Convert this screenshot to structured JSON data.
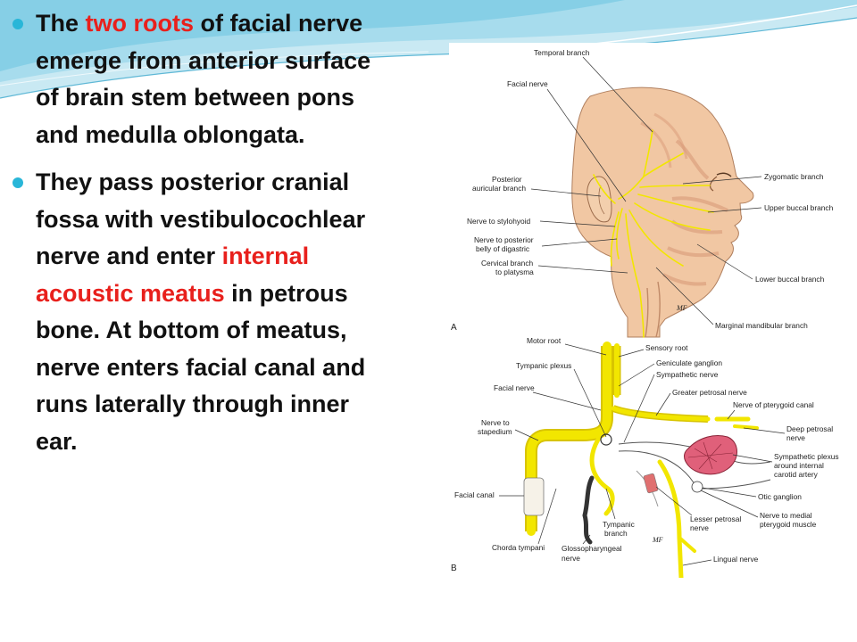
{
  "slide": {
    "bullets": [
      {
        "parts": [
          {
            "text": "The ",
            "highlight": false
          },
          {
            "text": "two roots",
            "highlight": true
          },
          {
            "text": " of facial nerve emerge from anterior surface of brain stem between pons and medulla oblongata.",
            "highlight": false
          }
        ]
      },
      {
        "parts": [
          {
            "text": "They pass posterior cranial fossa with vestibulocochlear nerve and enter ",
            "highlight": false
          },
          {
            "text": "internal acoustic meatus",
            "highlight": true
          },
          {
            "text": " in petrous bone. At bottom of  meatus, nerve enters facial canal and runs laterally through inner ear.",
            "highlight": false
          }
        ]
      }
    ]
  },
  "figure": {
    "panel_a": {
      "letter": "A",
      "labels": {
        "temporal": "Temporal branch",
        "facial": "Facial nerve",
        "posterior_auricular_1": "Posterior",
        "posterior_auricular_2": "auricular branch",
        "stylohyoid": "Nerve to stylohyoid",
        "digastric_1": "Nerve to posterior",
        "digastric_2": "belly of digastric",
        "cervical_1": "Cervical branch",
        "cervical_2": "to platysma",
        "zygomatic": "Zygomatic branch",
        "upper_buccal": "Upper buccal branch",
        "lower_buccal": "Lower buccal branch",
        "marginal": "Marginal mandibular branch",
        "signature": "MF"
      }
    },
    "panel_b": {
      "letter": "B",
      "labels": {
        "motor_root": "Motor root",
        "sensory_root": "Sensory root",
        "tympanic_plexus": "Tympanic plexus",
        "geniculate": "Geniculate ganglion",
        "sympathetic": "Sympathetic nerve",
        "facial": "Facial nerve",
        "greater_petrosal": "Greater petrosal nerve",
        "pterygoid_canal": "Nerve of pterygoid canal",
        "stapedium_1": "Nerve to",
        "stapedium_2": "stapedium",
        "deep_petrosal_1": "Deep petrosal",
        "deep_petrosal_2": "nerve",
        "sympathetic_plexus_1": "Sympathetic plexus",
        "sympathetic_plexus_2": "around internal",
        "sympathetic_plexus_3": "carotid artery",
        "facial_canal": "Facial canal",
        "otic": "Otic ganglion",
        "lesser_petrosal_1": "Lesser petrosal",
        "lesser_petrosal_2": "nerve",
        "medial_pterygoid_1": "Nerve to medial",
        "medial_pterygoid_2": "pterygoid muscle",
        "tympanic_branch_1": "Tympanic",
        "tympanic_branch_2": "branch",
        "chorda": "Chorda tympani",
        "glosso_1": "Glossopharyngeal",
        "glosso_2": "nerve",
        "lingual": "Lingual nerve",
        "signature": "MF"
      }
    }
  }
}
